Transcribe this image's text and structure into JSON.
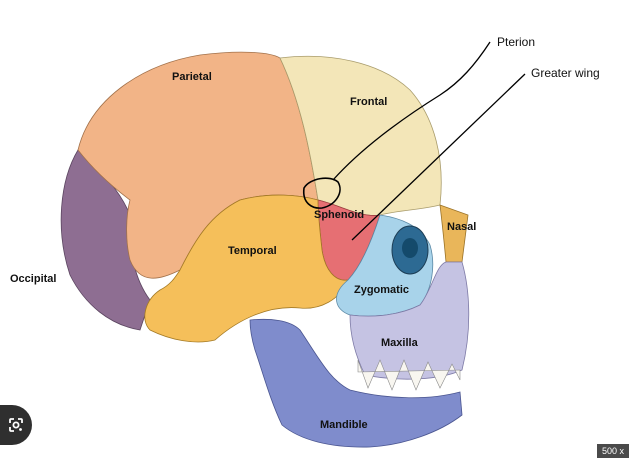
{
  "bones": {
    "parietal": "Parietal",
    "frontal": "Frontal",
    "sphenoid": "Sphenoid",
    "nasal": "Nasal",
    "temporal": "Temporal",
    "occipital": "Occipital",
    "zygomatic": "Zygomatic",
    "maxilla": "Maxilla",
    "mandible": "Mandible"
  },
  "callouts": {
    "pterion": "Pterion",
    "greater_wing": "Greater wing"
  },
  "badge": "500 x",
  "icons": {
    "lens": "google-lens-icon"
  },
  "colors": {
    "parietal": "#f2b487",
    "frontal": "#f3e6b8",
    "sphenoid": "#e66f73",
    "temporal": "#f5bf5a",
    "occipital": "#8e6e92",
    "zygomatic": "#a8d3ea",
    "maxilla": "#c5c3e3",
    "mandible": "#7f8ccc",
    "nasal": "#e9b65a"
  }
}
